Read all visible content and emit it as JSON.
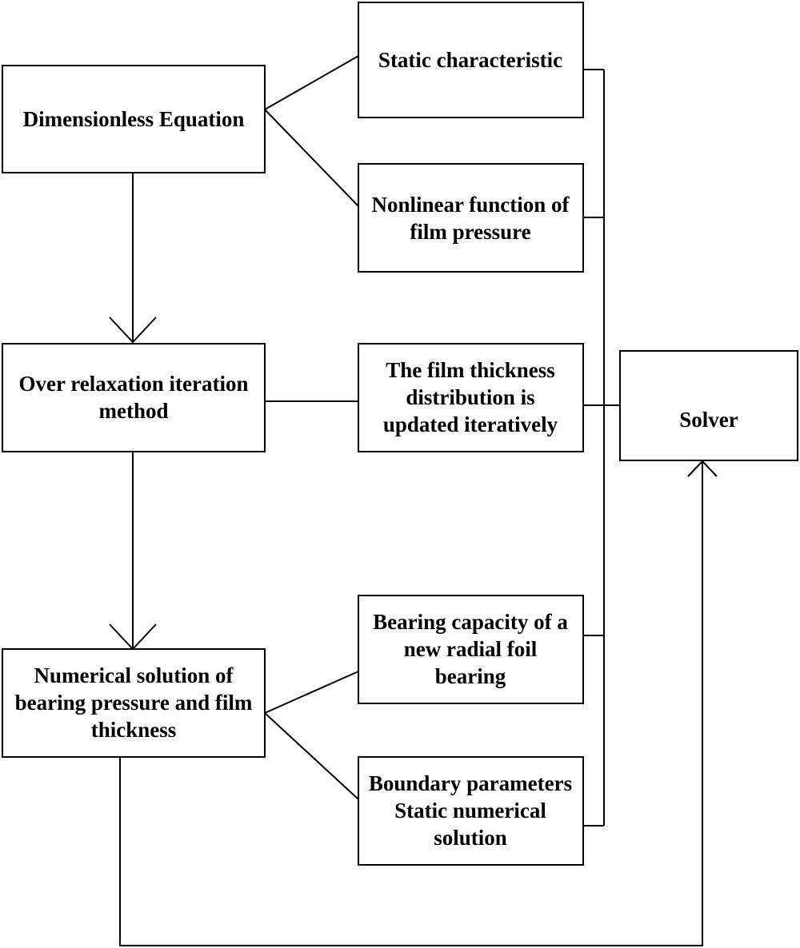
{
  "nodes": {
    "dimensionless_equation": {
      "lines": [
        "Dimensionless Equation"
      ]
    },
    "static_characteristic": {
      "lines": [
        "Static characteristic"
      ]
    },
    "nonlinear_function": {
      "lines": [
        "Nonlinear function of",
        "film pressure"
      ]
    },
    "over_relaxation": {
      "lines": [
        "Over relaxation iteration",
        "method"
      ]
    },
    "film_thickness_update": {
      "lines": [
        "The film thickness",
        "distribution is",
        "updated iteratively"
      ]
    },
    "solver": {
      "lines": [
        "Solver"
      ]
    },
    "bearing_capacity": {
      "lines": [
        "Bearing capacity of a",
        "new radial foil",
        "bearing"
      ]
    },
    "numerical_solution": {
      "lines": [
        "Numerical solution of",
        "bearing pressure and film",
        "thickness"
      ]
    },
    "boundary_parameters": {
      "lines": [
        "Boundary parameters",
        "Static numerical",
        "solution"
      ]
    }
  }
}
